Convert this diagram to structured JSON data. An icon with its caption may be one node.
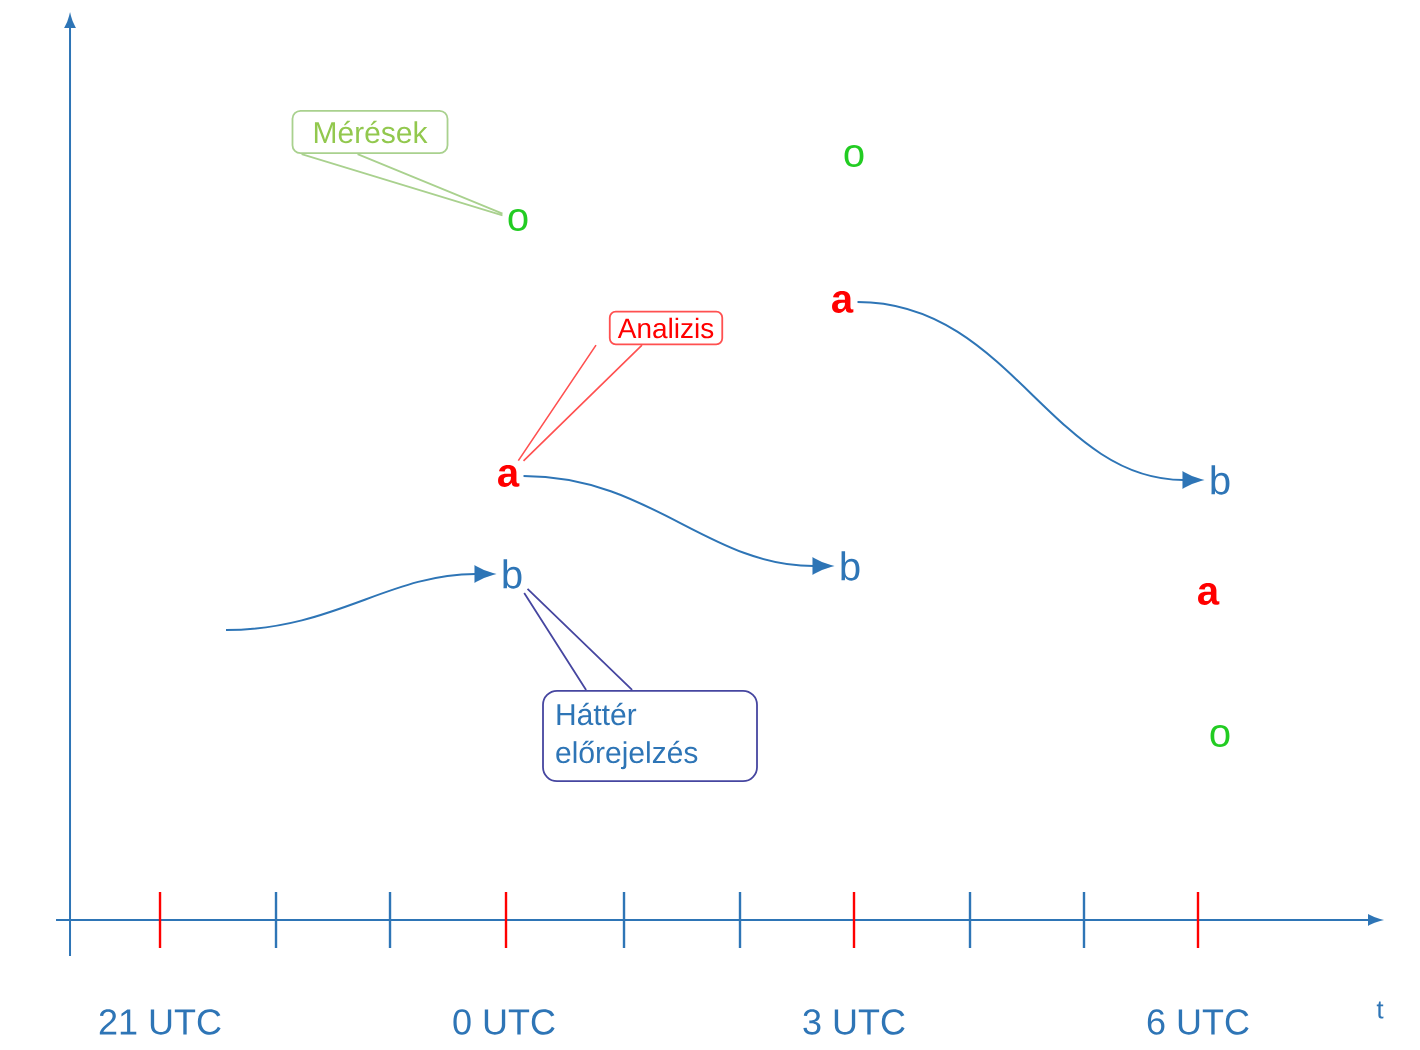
{
  "diagram": {
    "nodes": [
      {
        "text": [
          "Mérések"
        ]
      },
      {
        "text": [
          "o"
        ]
      },
      {
        "text": [
          "o"
        ]
      },
      {
        "text": [
          "a"
        ]
      },
      {
        "text": [
          "Analizis"
        ]
      },
      {
        "text": [
          "a"
        ]
      },
      {
        "text": [
          "b"
        ]
      },
      {
        "text": [
          "b"
        ]
      },
      {
        "text": [
          "b"
        ]
      },
      {
        "text": [
          "a"
        ]
      },
      {
        "text": [
          "o"
        ]
      },
      {
        "text": [
          "Háttér előrejelzés"
        ]
      }
    ],
    "edges": [
      {
        "from": 0,
        "to": 1,
        "arrow": "none",
        "color": "#a9d18e"
      },
      {
        "from": 4,
        "to": 5,
        "arrow": "none",
        "color": "#ff5050"
      },
      {
        "from": null,
        "to": 6,
        "arrow": "to"
      },
      {
        "from": 5,
        "to": 7,
        "arrow": "to"
      },
      {
        "from": 3,
        "to": 8,
        "arrow": "to"
      },
      {
        "from": 11,
        "to": 6,
        "arrow": "none",
        "color": "#4646a0"
      }
    ],
    "labels": [
      "21 UTC",
      "0 UTC",
      "3 UTC",
      "6 UTC",
      "t"
    ]
  }
}
